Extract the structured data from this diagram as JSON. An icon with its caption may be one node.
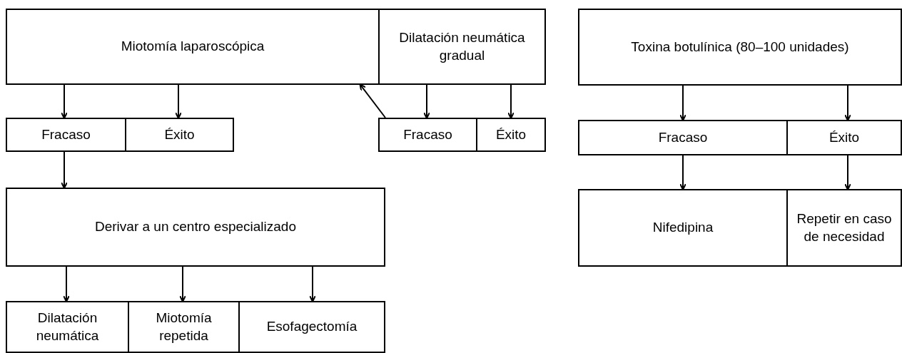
{
  "diagram": {
    "nodes": [
      {
        "text": [
          "Miotomía laparoscópica"
        ]
      },
      {
        "text": [
          "Dilatación neumática gradual"
        ]
      },
      {
        "text": [
          "Toxina botulínica (80–100 unidades)"
        ]
      },
      {
        "text": [
          "Fracaso"
        ]
      },
      {
        "text": [
          "Éxito"
        ]
      },
      {
        "text": [
          "Fracaso"
        ]
      },
      {
        "text": [
          "Éxito"
        ]
      },
      {
        "text": [
          "Fracaso"
        ]
      },
      {
        "text": [
          "Éxito"
        ]
      },
      {
        "text": [
          "Derivar a un centro especializado"
        ]
      },
      {
        "text": [
          "Nifedipina"
        ]
      },
      {
        "text": [
          "Repetir en caso de necesidad"
        ]
      },
      {
        "text": [
          "Dilatación neumática"
        ]
      },
      {
        "text": [
          "Miotomía repetida"
        ]
      },
      {
        "text": [
          "Esofagectomía"
        ]
      }
    ],
    "edges": [
      {
        "from": 0,
        "to": 3,
        "arrow": "to"
      },
      {
        "from": 0,
        "to": 4,
        "arrow": "to"
      },
      {
        "from": 5,
        "to": 0,
        "arrow": "to"
      },
      {
        "from": 1,
        "to": 5,
        "arrow": "to"
      },
      {
        "from": 1,
        "to": 6,
        "arrow": "to"
      },
      {
        "from": 2,
        "to": 7,
        "arrow": "to"
      },
      {
        "from": 2,
        "to": 8,
        "arrow": "to"
      },
      {
        "from": 3,
        "to": 9,
        "arrow": "to"
      },
      {
        "from": 7,
        "to": 10,
        "arrow": "to"
      },
      {
        "from": 8,
        "to": 11,
        "arrow": "to"
      },
      {
        "from": 9,
        "to": 12,
        "arrow": "to"
      },
      {
        "from": 9,
        "to": 13,
        "arrow": "to"
      },
      {
        "from": 9,
        "to": 14,
        "arrow": "to"
      }
    ]
  }
}
